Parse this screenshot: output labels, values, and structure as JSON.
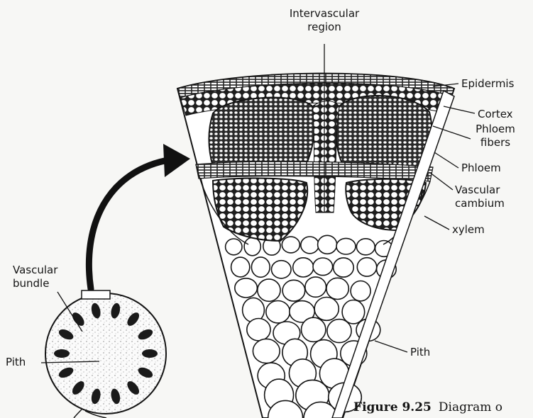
{
  "labels": {
    "intervascular_region": "Intervascular\nregion",
    "epidermis": "Epidermis",
    "cortex": "Cortex",
    "phloem_fibers": "Phloem\nfibers",
    "phloem": "Phloem",
    "vascular_cambium": "Vascular\ncambium",
    "xylem": "xylem",
    "vascular_bundle": "Vascular\nbundle",
    "pith_left": "Pith",
    "pith_right": "Pith"
  },
  "caption": {
    "figure_number": "Figure 9.25",
    "text": "Diagram o"
  },
  "colors": {
    "ink": "#141414",
    "background": "#f7f7f5",
    "cell_fill": "#ffffff",
    "dense_tissue": "#3a3a3a"
  }
}
